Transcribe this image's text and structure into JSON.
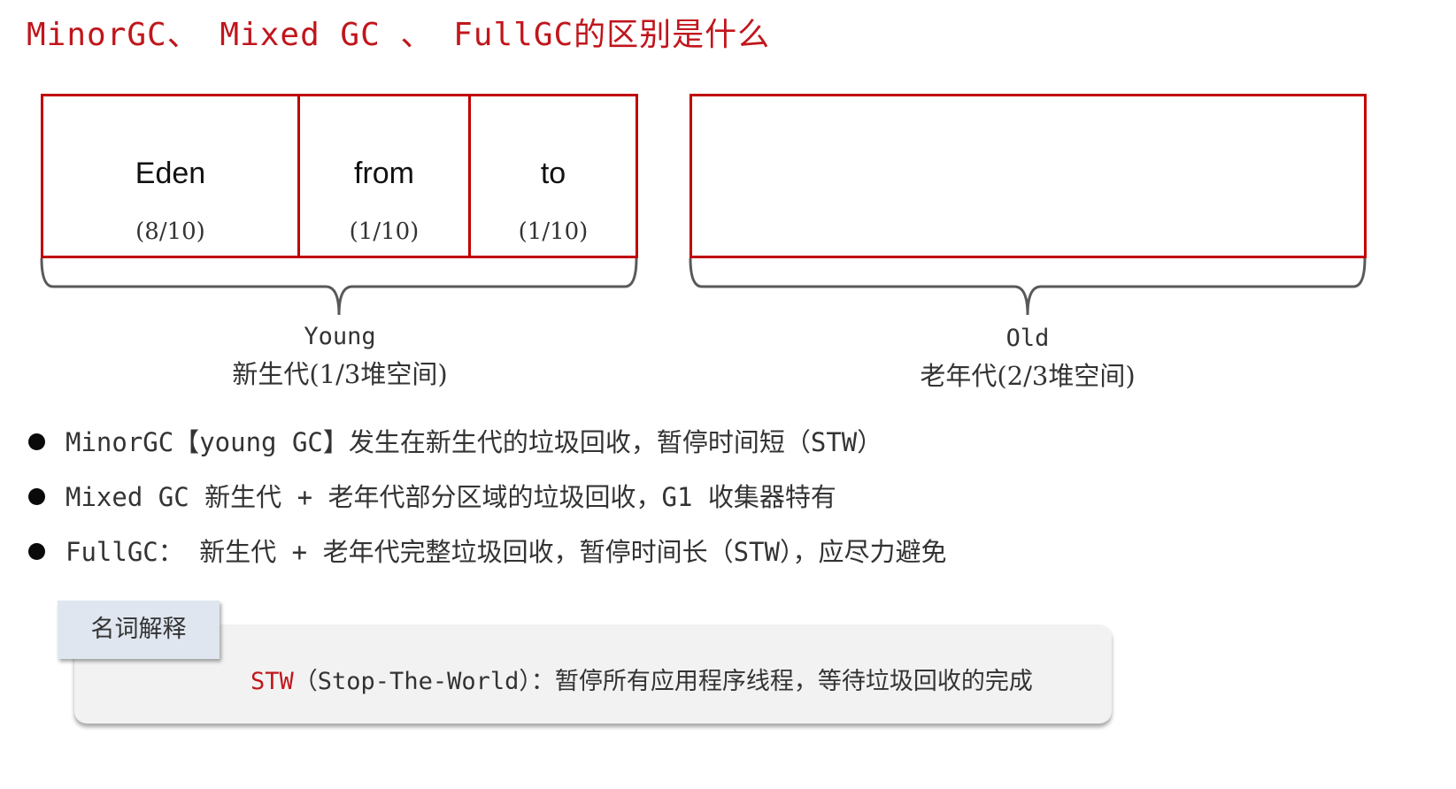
{
  "title": "MinorGC、 Mixed GC 、 FullGC的区别是什么",
  "young_box": {
    "cells": [
      {
        "name": "Eden",
        "ratio": "(8/10)"
      },
      {
        "name": "from",
        "ratio": "(1/10)"
      },
      {
        "name": "to",
        "ratio": "(1/10)"
      }
    ],
    "label_en": "Young",
    "label_cn": "新生代(1/3堆空间)"
  },
  "old_box": {
    "label_en": "Old",
    "label_cn": "老年代(2/3堆空间)"
  },
  "points": [
    "MinorGC【young GC】发生在新生代的垃圾回收，暂停时间短（STW）",
    "Mixed GC 新生代 + 老年代部分区域的垃圾回收，G1 收集器特有",
    "FullGC： 新生代 + 老年代完整垃圾回收，暂停时间长（STW），应尽力避免"
  ],
  "glossary": {
    "tag": "名词解释",
    "term": "STW",
    "definition": "（Stop-The-World）：暂停所有应用程序线程，等待垃圾回收的完成"
  },
  "colors": {
    "accent": "#c0161c",
    "box_border": "#c00000",
    "brace": "#595959",
    "card_bg": "#f2f2f2",
    "tag_bg": "#dfe6ef"
  }
}
